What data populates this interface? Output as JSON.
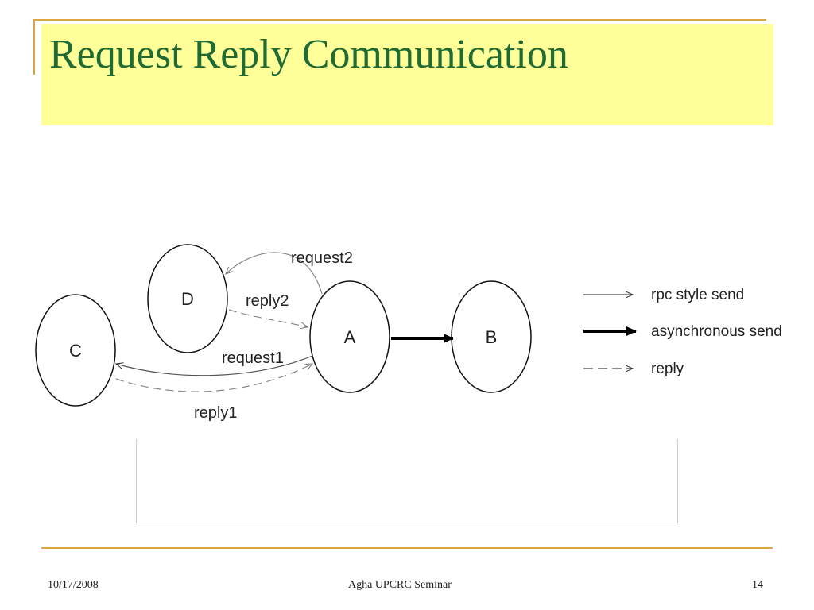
{
  "slide": {
    "title": "Request Reply Communication"
  },
  "diagram": {
    "nodes": {
      "a": "A",
      "b": "B",
      "c": "C",
      "d": "D"
    },
    "edges": {
      "request2": "request2",
      "reply2": "reply2",
      "request1": "request1",
      "reply1": "reply1"
    },
    "legend": {
      "rpc": "rpc style send",
      "async": "asynchronous send",
      "reply": "reply"
    }
  },
  "footer": {
    "date": "10/17/2008",
    "center": "Agha UPCRC Seminar",
    "page": "14"
  },
  "colors": {
    "accent": "#d9a640",
    "title": "#1f6b33",
    "title_background": "#ffff99"
  }
}
